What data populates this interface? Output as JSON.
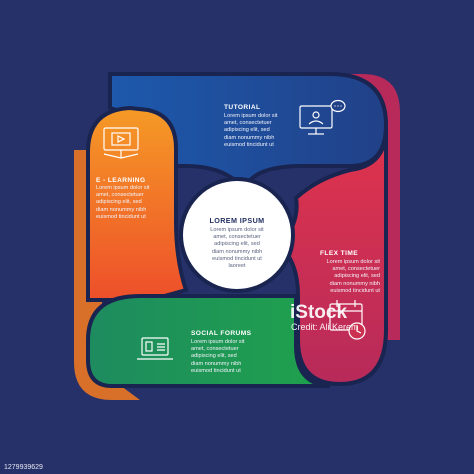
{
  "center": {
    "title": "LOREM IPSUM",
    "lines": [
      "Lorem ipsum dolor sit",
      "amet, consectetuer",
      "adipiscing elit, sed",
      "diam nonummy nibh",
      "euismod tincidunt ut",
      "laoreet"
    ]
  },
  "sections": {
    "tutorial": {
      "title": "TUTORIAL",
      "lines": [
        "Lorem ipsum dolor sit",
        "amet, consectetuer",
        "adipiscing elit, sed",
        "diam nonummy nibh",
        "euismod tincidunt ut"
      ],
      "color": "#1f4fa0",
      "icon": "monitor-chat-icon"
    },
    "elearning": {
      "title": "E - LEARNING",
      "lines": [
        "Lorem ipsum dolor sit",
        "amet, consectetuer",
        "adipiscing elit, sed",
        "diam nonummy nibh",
        "euismod tincidunt ut"
      ],
      "color": "#f29224",
      "icon": "video-lesson-icon"
    },
    "flextime": {
      "title": "FLEX TIME",
      "lines": [
        "Lorem ipsum dolor sit",
        "amet, consectetuer",
        "adipiscing elit, sed",
        "diam nonummy nibh",
        "euismod tincidunt ut"
      ],
      "color": "#d62f4e",
      "icon": "calendar-clock-icon"
    },
    "social": {
      "title": "SOCIAL FORUMS",
      "lines": [
        "Lorem ipsum dolor sit",
        "amet, consectetuer",
        "adipiscing elit, sed",
        "diam nonummy nibh",
        "euismod tincidunt ut"
      ],
      "color": "#1f9a52",
      "icon": "laptop-book-icon"
    }
  },
  "watermark": {
    "brand": "iStock",
    "credit": "Credit: Ali Kerem"
  },
  "stock_id": "1279939629",
  "colors": {
    "background": "#26316a",
    "outline": "#1a2450"
  }
}
